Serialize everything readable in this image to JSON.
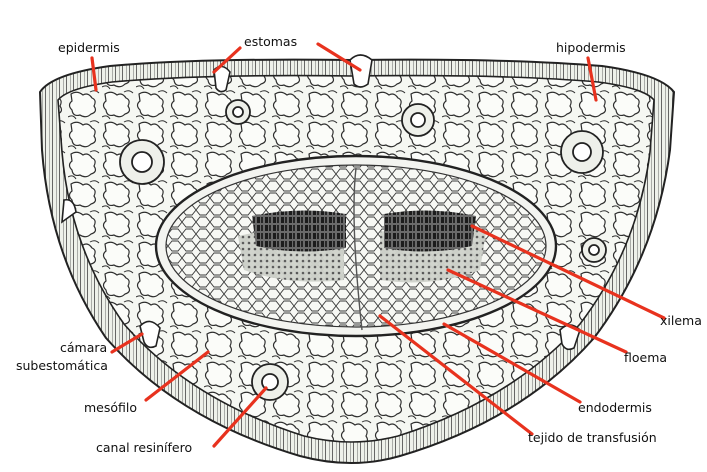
{
  "labels": {
    "epidermis": "epidermis",
    "estomas": "estomas",
    "hipodermis": "hipodermis",
    "xilema": "xilema",
    "floema": "floema",
    "endodermis": "endodermis",
    "tejido_transfusion": "tejido de transfusión",
    "camara_line1": "cámara",
    "camara_line2": "subestomática",
    "mesofilo": "mesófilo",
    "canal_resinifero": "canal resinífero"
  },
  "colors": {
    "leader_line": "#e8321e",
    "ink": "#2a2a2a",
    "tissue_fill": "#f4f6f1",
    "vascular_dark": "#1c1c1c"
  }
}
